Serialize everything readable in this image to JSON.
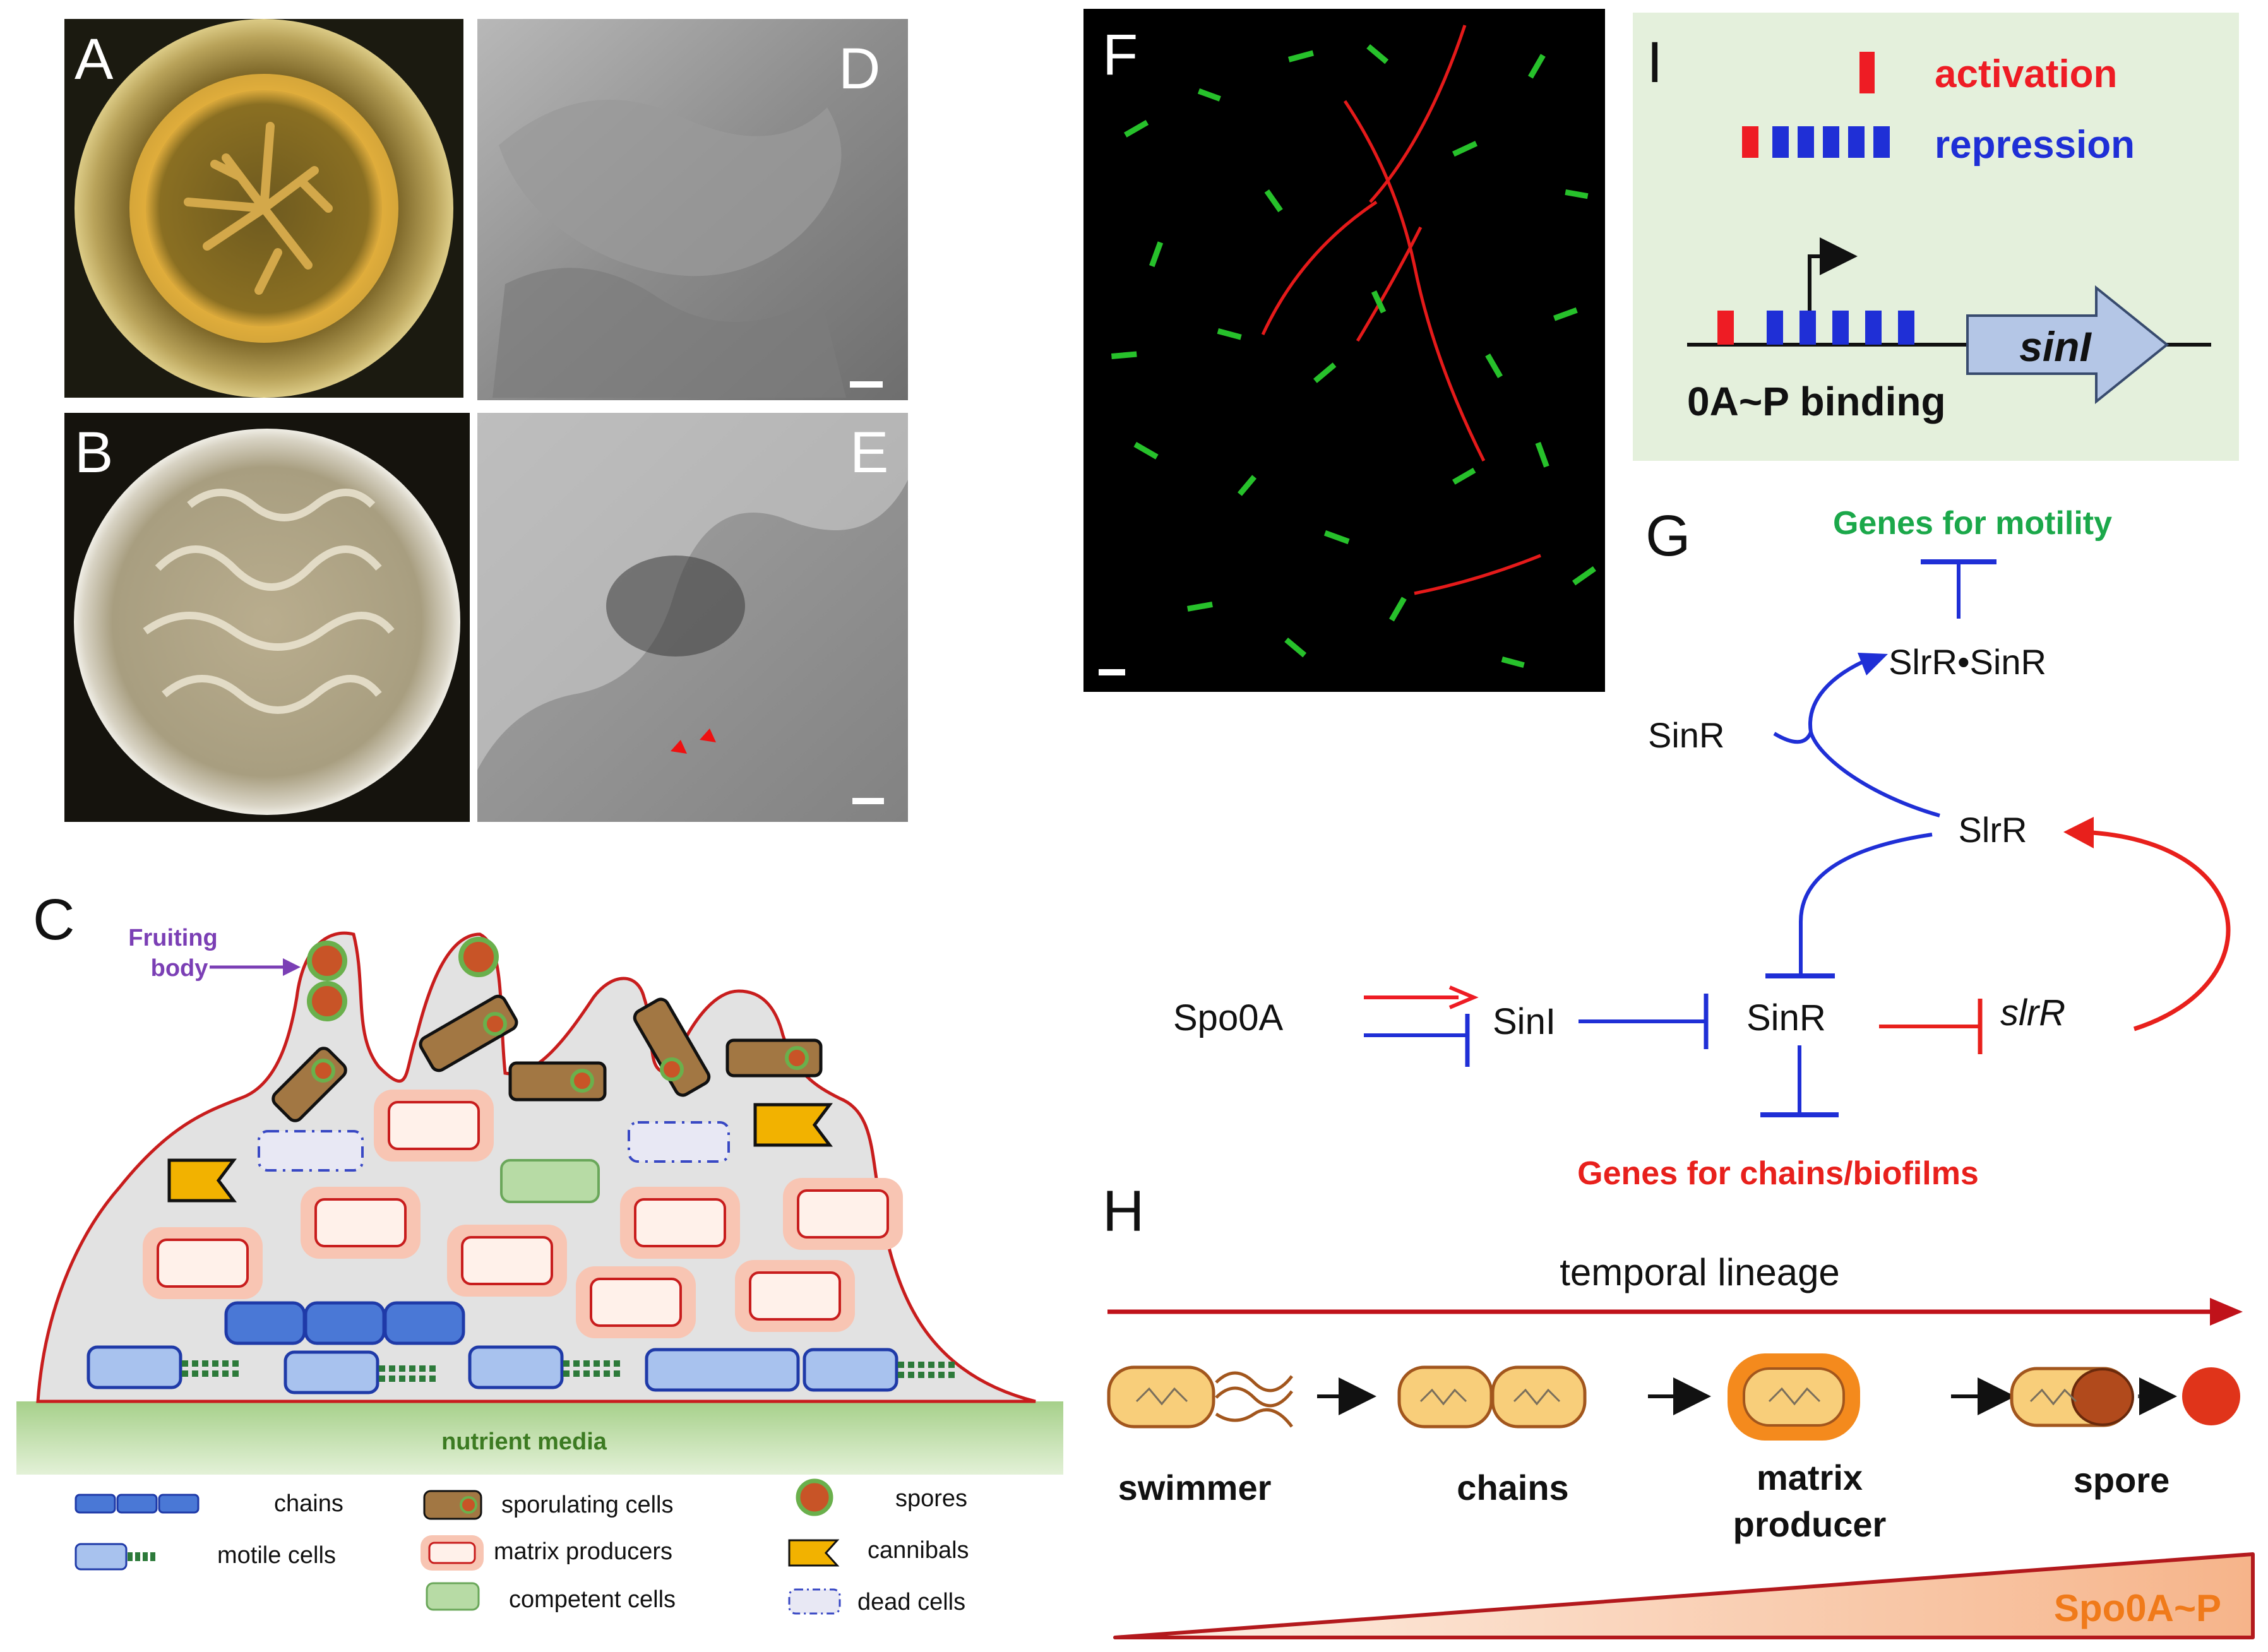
{
  "panels": {
    "A": "A",
    "B": "B",
    "C": "C",
    "D": "D",
    "E": "E",
    "F": "F",
    "G": "G",
    "H": "H",
    "I": "I"
  },
  "panel_C": {
    "fruiting_body_line1": "Fruiting",
    "fruiting_body_line2": "body",
    "nutrient_media": "nutrient media",
    "legend": {
      "chains": "chains",
      "motile_cells": "motile cells",
      "sporulating_cells": "sporulating cells",
      "matrix_producers": "matrix producers",
      "competent_cells": "competent cells",
      "spores": "spores",
      "cannibals": "cannibals",
      "dead_cells": "dead cells"
    }
  },
  "panel_I": {
    "activation": "activation",
    "repression": "repression",
    "gene": "sinI",
    "binding": "0A~P binding"
  },
  "panel_G": {
    "motility_genes": "Genes for motility",
    "complex": "SlrR•SinR",
    "sinR_free": "SinR",
    "slrR": "SlrR",
    "spo0A": "Spo0A",
    "sinI": "SinI",
    "sinR": "SinR",
    "slrR_gene": "slrR",
    "chain_genes": "Genes for chains/biofilms"
  },
  "panel_H": {
    "temporal": "temporal lineage",
    "swimmer": "swimmer",
    "chains": "chains",
    "matrix_line1": "matrix",
    "matrix_line2": "producer",
    "spore": "spore",
    "gradient": "Spo0A~P"
  },
  "colors": {
    "activation_red": "#ee1c24",
    "repression_blue": "#1f2fd6",
    "motility_green": "#1ba84a",
    "chain_red": "#e8201c",
    "panelI_bg": "#e4f0dc",
    "media_green": "#bde0a6",
    "temporal_arrow": "#c0121a",
    "gradient_text": "#f07a1a"
  }
}
